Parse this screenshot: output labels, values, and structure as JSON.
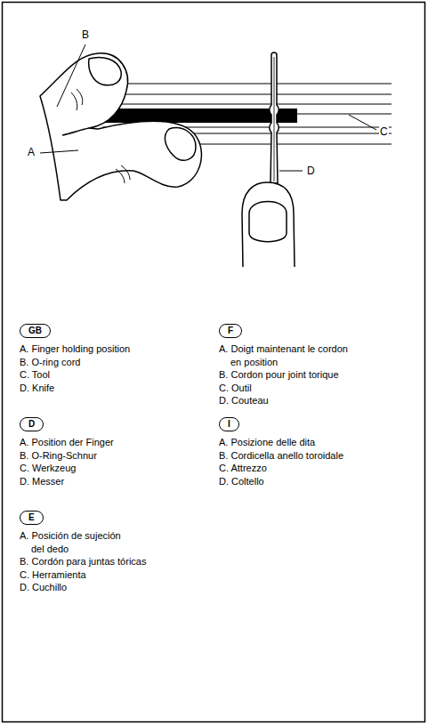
{
  "diagram": {
    "nodes": [
      {
        "text": [
          "GB"
        ]
      },
      {
        "text": [
          "F"
        ]
      },
      {
        "text": [
          "D"
        ]
      },
      {
        "text": [
          "I"
        ]
      },
      {
        "text": [
          "E"
        ]
      }
    ],
    "labels": [
      "B",
      "A",
      "D",
      "C",
      "A. Finger holding position",
      "B. O-ring cord",
      "C. Tool",
      "D. Knife",
      "A. Doigt maintenant le cordon en position",
      "B. Cordon pour joint torique",
      "C. Outil",
      "D. Couteau",
      "A. Position der Finger",
      "B. O-Ring-Schnur",
      "C. Werkzeug",
      "D. Messer",
      "A. Posizione delle dita",
      "B. Cordicella anello toroidale",
      "C. Attrezzo",
      "D. Coltello",
      "A. Posición de sujeción del dedo",
      "B. Cordón para juntas tóricas",
      "C. Herramienta",
      "D. Cuchillo"
    ]
  }
}
